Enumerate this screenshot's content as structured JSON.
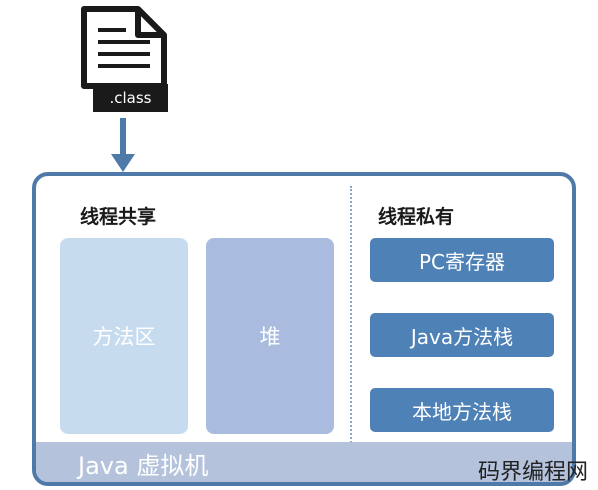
{
  "file": {
    "label": ".class"
  },
  "jvm": {
    "title": "Java 虚拟机",
    "shared": {
      "title": "线程共享",
      "items": [
        "方法区",
        "堆"
      ]
    },
    "private": {
      "title": "线程私有",
      "items": [
        "PC寄存器",
        "Java方法栈",
        "本地方法栈"
      ]
    }
  },
  "watermark": "码界编程网",
  "colors": {
    "frame": "#4d7aa8",
    "footer": "#b4c2dc",
    "method_area": "#c7dbef",
    "heap": "#a9bcdf",
    "private_box": "#4e81b6"
  }
}
